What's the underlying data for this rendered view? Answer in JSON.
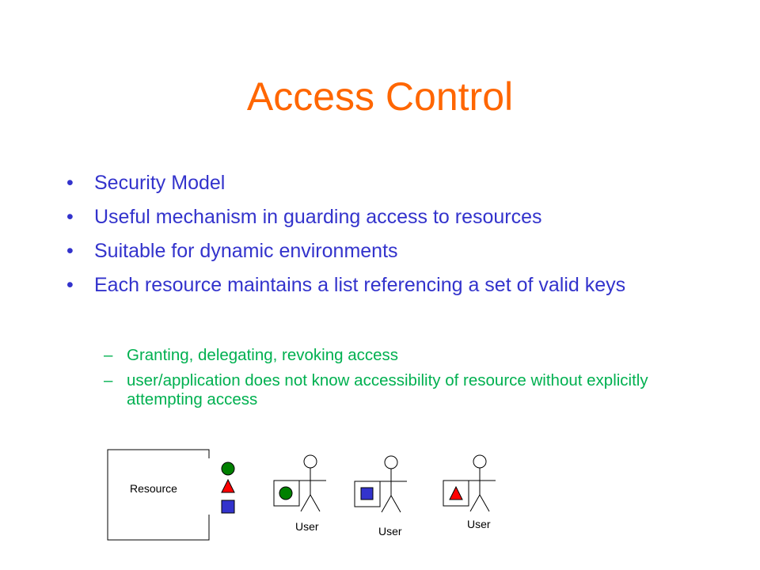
{
  "slide": {
    "title": "Access Control",
    "bullets": [
      "Security Model",
      "Useful mechanism in guarding access to resources",
      "Suitable for dynamic environments",
      "Each resource maintains a list referencing a set of valid keys"
    ],
    "sub_bullets": [
      "Granting, delegating, revoking access",
      "user/application does not know accessibility of resource without explicitly attempting access"
    ]
  },
  "diagram": {
    "resource_label": "Resource",
    "user_label": "User",
    "keys": [
      "circle",
      "triangle",
      "square"
    ],
    "users": [
      {
        "label": "User",
        "key": "circle"
      },
      {
        "label": "User",
        "key": "square"
      },
      {
        "label": "User",
        "key": "triangle"
      }
    ],
    "colors": {
      "title": "#FF6600",
      "bullet_text": "#3333CC",
      "sub_text": "#00B050",
      "circle_key": "#008000",
      "triangle_key": "#FF0000",
      "square_key": "#3333CC",
      "line": "#000000"
    }
  }
}
